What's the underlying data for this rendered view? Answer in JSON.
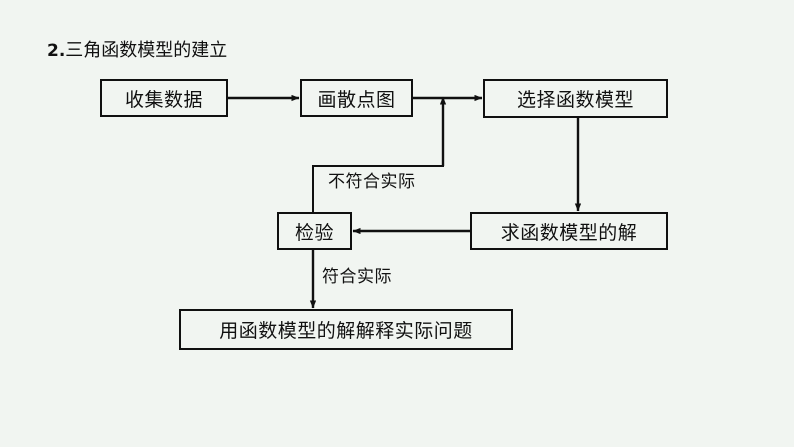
{
  "slide": {
    "background_color": "#f1f5f1",
    "ink_color": "#101010",
    "title": "2.三角函数模型的建立",
    "title_number": "2.",
    "title_text": "三角函数模型的建立"
  },
  "diagram": {
    "type": "flowchart",
    "nodes": [
      {
        "id": "collect",
        "label": "收集数据"
      },
      {
        "id": "scatter",
        "label": "画散点图"
      },
      {
        "id": "choose",
        "label": "选择函数模型"
      },
      {
        "id": "solve",
        "label": "求函数模型的解"
      },
      {
        "id": "verify",
        "label": "检验"
      },
      {
        "id": "interpret",
        "label": "用函数模型的解解释实际问题"
      }
    ],
    "edge_labels": [
      {
        "id": "not-match",
        "label": "不符合实际"
      },
      {
        "id": "match",
        "label": "符合实际"
      }
    ],
    "edges": [
      {
        "from": "collect",
        "to": "scatter",
        "label": ""
      },
      {
        "from": "scatter",
        "to": "choose",
        "label": ""
      },
      {
        "from": "choose",
        "to": "solve",
        "label": ""
      },
      {
        "from": "solve",
        "to": "verify",
        "label": ""
      },
      {
        "from": "verify",
        "to": "choose",
        "label": "不符合实际"
      },
      {
        "from": "verify",
        "to": "interpret",
        "label": "符合实际"
      }
    ]
  }
}
